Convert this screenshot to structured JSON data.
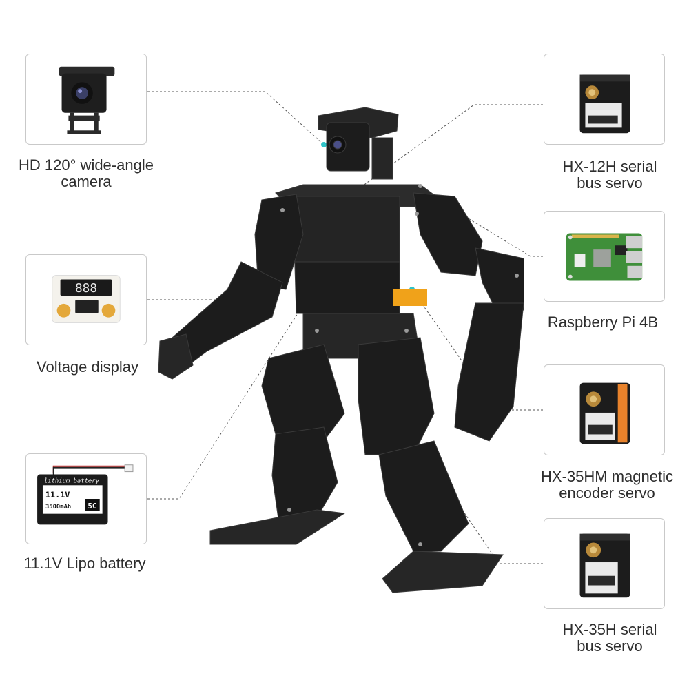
{
  "components": {
    "camera": {
      "line1": "HD 120° wide-angle",
      "line2": "camera",
      "icon": "camera-icon"
    },
    "voltage": {
      "line1": "Voltage display",
      "line2": "",
      "icon": "voltage-display-icon",
      "readout": "888"
    },
    "battery": {
      "line1": "11.1V Lipo battery",
      "line2": "",
      "icon": "battery-icon",
      "print_brand": "lithium battery",
      "print_voltage": "11.1V",
      "print_capacity": "3500mAh",
      "print_rate": "5C"
    },
    "servo12": {
      "line1": "HX-12H serial",
      "line2": "bus servo",
      "icon": "servo-icon"
    },
    "rpi": {
      "line1": "Raspberry Pi 4B",
      "line2": "",
      "icon": "raspberry-pi-icon"
    },
    "servo35hm": {
      "line1": "HX-35HM magnetic",
      "line2": "encoder servo",
      "icon": "servo-orange-icon"
    },
    "servo35h": {
      "line1": "HX-35H serial",
      "line2": "bus servo",
      "icon": "servo-icon"
    }
  },
  "colors": {
    "robot_body": "#1c1c1c",
    "accent_orange": "#f0a21a",
    "pointer_dot": "#2fc3c8",
    "card_border": "#c9c9c9"
  }
}
